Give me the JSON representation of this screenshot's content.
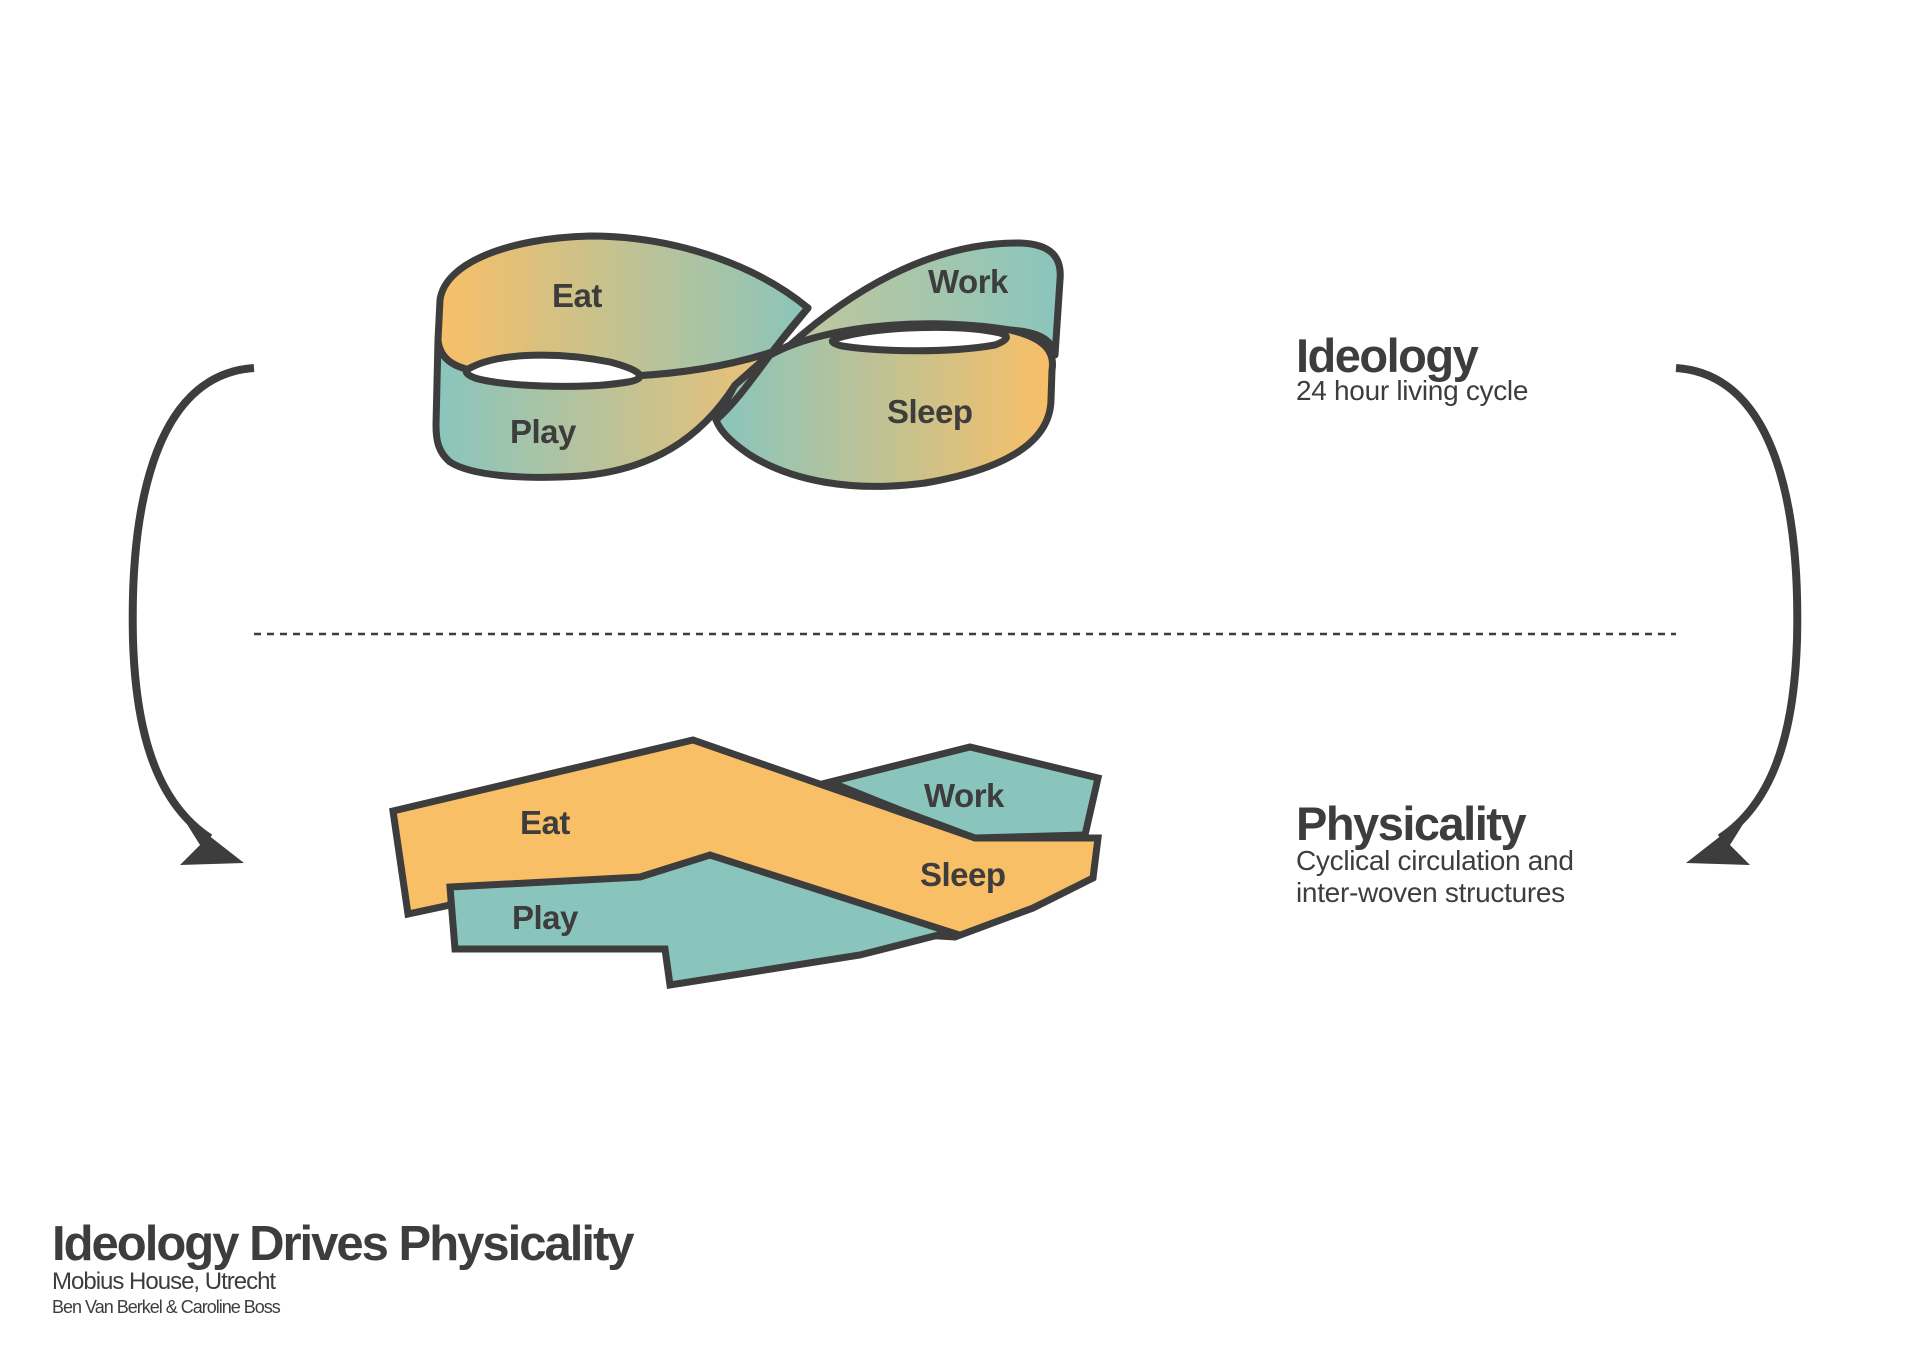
{
  "colors": {
    "ink": "#3d3d3d",
    "orange": "#f8bf67",
    "teal": "#8ac5bd"
  },
  "mobius": {
    "labels": {
      "eat": "Eat",
      "work": "Work",
      "play": "Play",
      "sleep": "Sleep"
    }
  },
  "plan": {
    "labels": {
      "eat": "Eat",
      "work": "Work",
      "play": "Play",
      "sleep": "Sleep"
    }
  },
  "ideology": {
    "title": "Ideology",
    "subtitle": "24 hour living cycle"
  },
  "physicality": {
    "title": "Physicality",
    "subtitle_line1": "Cyclical circulation and",
    "subtitle_line2": "inter-woven structures"
  },
  "footer": {
    "title": "Ideology Drives Physicality",
    "project": "Mobius House, Utrecht",
    "credit": "Ben Van Berkel & Caroline Boss"
  }
}
